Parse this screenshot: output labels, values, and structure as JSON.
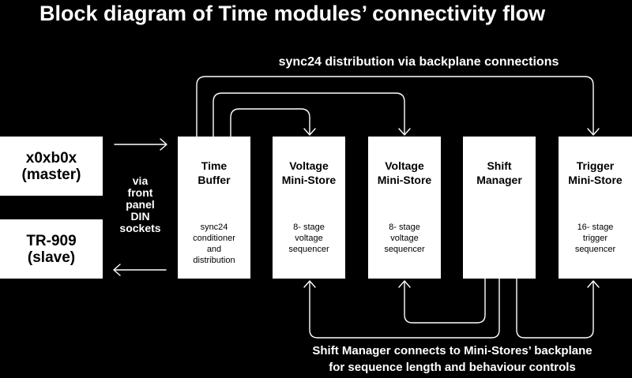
{
  "title": "Block diagram of Time modules’ connectivity flow",
  "caption_top": "sync24 distribution via backplane connections",
  "caption_bottom": [
    "Shift Manager connects to Mini-Stores’ backplane",
    "for sequence length and behaviour controls"
  ],
  "via_label": [
    "via",
    "front",
    "panel",
    "DIN",
    "sockets"
  ],
  "sources": [
    {
      "lines": [
        "x0xb0x",
        "(master)"
      ]
    },
    {
      "lines": [
        "TR-909",
        "(slave)"
      ]
    }
  ],
  "modules": [
    {
      "name": [
        "Time",
        "Buffer"
      ],
      "desc": [
        "sync24",
        "conditioner",
        "and",
        "distribution"
      ]
    },
    {
      "name": [
        "Voltage",
        "Mini-Store"
      ],
      "desc": [
        "8- stage",
        "voltage",
        "sequencer"
      ]
    },
    {
      "name": [
        "Voltage",
        "Mini-Store"
      ],
      "desc": [
        "8- stage",
        "voltage",
        "sequencer"
      ]
    },
    {
      "name": [
        "Shift",
        "Manager"
      ],
      "desc": []
    },
    {
      "name": [
        "Trigger",
        "Mini-Store"
      ],
      "desc": [
        "16- stage",
        "trigger",
        "sequencer"
      ]
    }
  ],
  "colors": {
    "background": "#000000",
    "box": "#ffffff",
    "text_on_box": "#000000",
    "line": "#ffffff"
  }
}
